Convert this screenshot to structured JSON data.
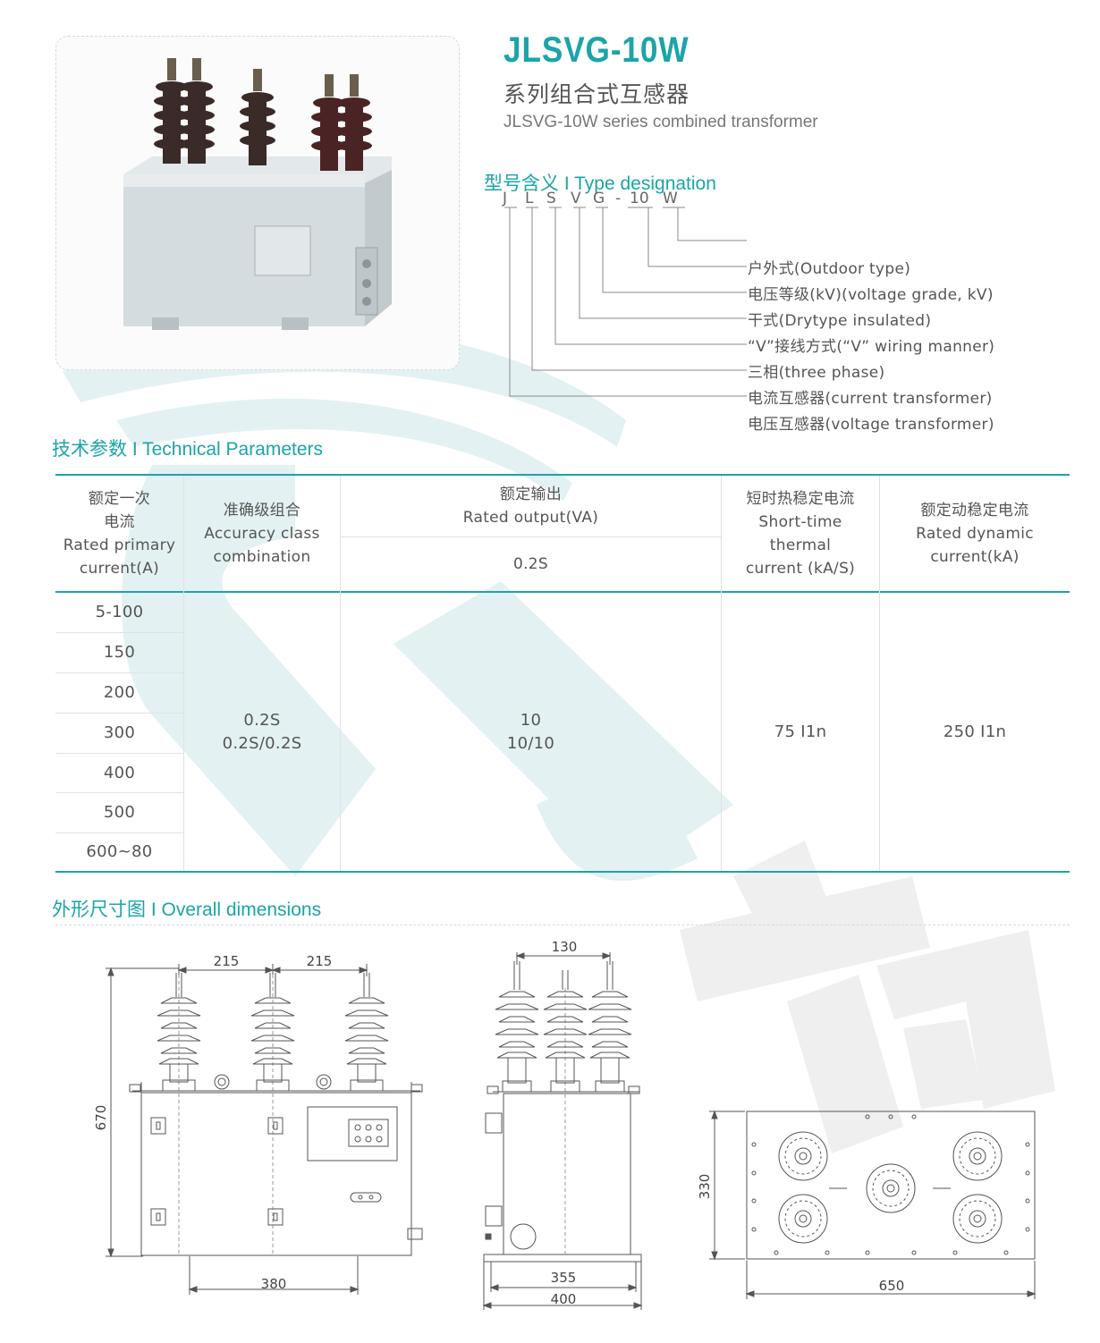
{
  "product": {
    "model": "JLSVG-10W",
    "name_cn": "系列组合式互感器",
    "name_en": "JLSVG-10W series combined transformer"
  },
  "type_designation": {
    "heading": "型号含义 I Type designation",
    "code_letters": [
      "J",
      "L",
      "S",
      "V",
      "G",
      "-",
      "10",
      "W"
    ],
    "meanings": [
      "户外式(Outdoor type)",
      "电压等级(kV)(voltage grade, kV)",
      "干式(Drytype insulated)",
      "“V”接线方式(“V” wiring manner)",
      "三相(three phase)",
      "电流互感器(current transformer)",
      "电压互感器(voltage transformer)"
    ]
  },
  "technical": {
    "heading": "技术参数 I Technical Parameters",
    "headers": {
      "rated_primary": [
        "额定一次",
        "电流",
        "Rated primary",
        "current(A)"
      ],
      "accuracy": [
        "准确级组合",
        "Accuracy class",
        "combination"
      ],
      "rated_output": [
        "额定输出",
        "Rated output(VA)"
      ],
      "rated_output_sub": "0.2S",
      "short_time": [
        "短时热稳定电流",
        "Short-time",
        "thermal",
        "current (kA/S)"
      ],
      "dynamic": [
        "额定动稳定电流",
        "Rated dynamic",
        "current(kA)"
      ]
    },
    "currents": [
      "5-100",
      "150",
      "200",
      "300",
      "400",
      "500",
      "600~80"
    ],
    "accuracy_values": [
      "0.2S",
      "0.2S/0.2S"
    ],
    "output_values": [
      "10",
      "10/10"
    ],
    "short_time_value": "75 I1n",
    "dynamic_value": "250 I1n"
  },
  "dimensions": {
    "heading": "外形尺寸图 I Overall dimensions",
    "front": {
      "spacing_left": "215",
      "spacing_right": "215",
      "height": "670",
      "base": "380"
    },
    "side": {
      "top": "130",
      "inner": "355",
      "outer": "400"
    },
    "top_view": {
      "depth": "330",
      "width": "650"
    }
  },
  "colors": {
    "accent": "#1ba4a9",
    "watermark": "#d7eeef",
    "drawing": "#555555"
  }
}
